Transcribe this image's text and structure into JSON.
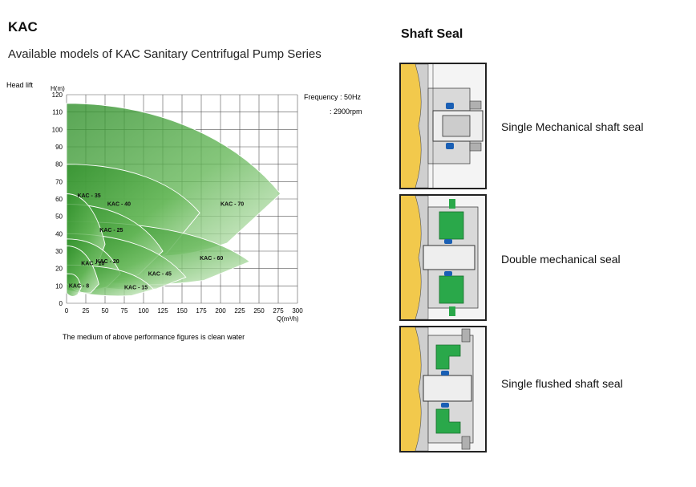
{
  "header": {
    "title": "KAC",
    "subtitle": "Available models of KAC Sanitary Centrifugal Pump Series"
  },
  "chart_data": {
    "type": "area",
    "y_side_label": "Head lift",
    "ylabel": "H(m)",
    "xlabel": "Q(m³/h)",
    "xlim": [
      0,
      300
    ],
    "ylim": [
      0,
      120
    ],
    "x_ticks": [
      0,
      25,
      50,
      75,
      100,
      125,
      150,
      175,
      200,
      225,
      250,
      275,
      300
    ],
    "y_ticks": [
      0,
      10,
      20,
      30,
      40,
      50,
      60,
      70,
      80,
      90,
      100,
      110,
      120
    ],
    "grid": true,
    "annotations": [
      "Frequency : 50Hz",
      ": 2900rpm"
    ],
    "footnote": "The medium of above performance figures is clean water",
    "fill_color": "#49a63a",
    "series": [
      {
        "name": "KAC - 70",
        "max_head": 115,
        "max_flow": 278,
        "end_head": 63,
        "label_at": [
          200,
          56
        ]
      },
      {
        "name": "KAC - 60",
        "max_head": 47,
        "max_flow": 238,
        "end_head": 24,
        "label_at": [
          173,
          25
        ]
      },
      {
        "name": "KAC - 40",
        "max_head": 80,
        "max_flow": 173,
        "end_head": 52,
        "label_at": [
          53,
          56
        ]
      },
      {
        "name": "KAC - 35",
        "max_head": 63,
        "max_flow": 50,
        "end_head": 34,
        "label_at": [
          14,
          61
        ]
      },
      {
        "name": "KAC - 25",
        "max_head": 57,
        "max_flow": 125,
        "end_head": 30,
        "label_at": [
          43,
          41
        ]
      },
      {
        "name": "KAC - 45",
        "max_head": 40,
        "max_flow": 155,
        "end_head": 15,
        "label_at": [
          106,
          16
        ]
      },
      {
        "name": "KAC - 20",
        "max_head": 37,
        "max_flow": 70,
        "end_head": 17,
        "label_at": [
          38,
          23
        ]
      },
      {
        "name": "KAC - 15",
        "max_head": 22,
        "max_flow": 113,
        "end_head": 8,
        "label_at": [
          75,
          8
        ]
      },
      {
        "name": "KAC - 10",
        "max_head": 33,
        "max_flow": 42,
        "end_head": 11,
        "label_at": [
          19,
          22
        ]
      },
      {
        "name": "KAC - 8",
        "max_head": 17,
        "max_flow": 19,
        "end_head": 9,
        "label_at": [
          3,
          9
        ]
      }
    ]
  },
  "shaft_seal": {
    "title": "Shaft Seal",
    "items": [
      {
        "label": "Single Mechanical shaft seal"
      },
      {
        "label": "Double mechanical seal"
      },
      {
        "label": "Single flushed shaft seal"
      }
    ],
    "colors": {
      "impeller": "#f2c94c",
      "seal": "#2aa84a",
      "oring": "#1a5fb4",
      "metal": "#bcbcbc"
    }
  }
}
